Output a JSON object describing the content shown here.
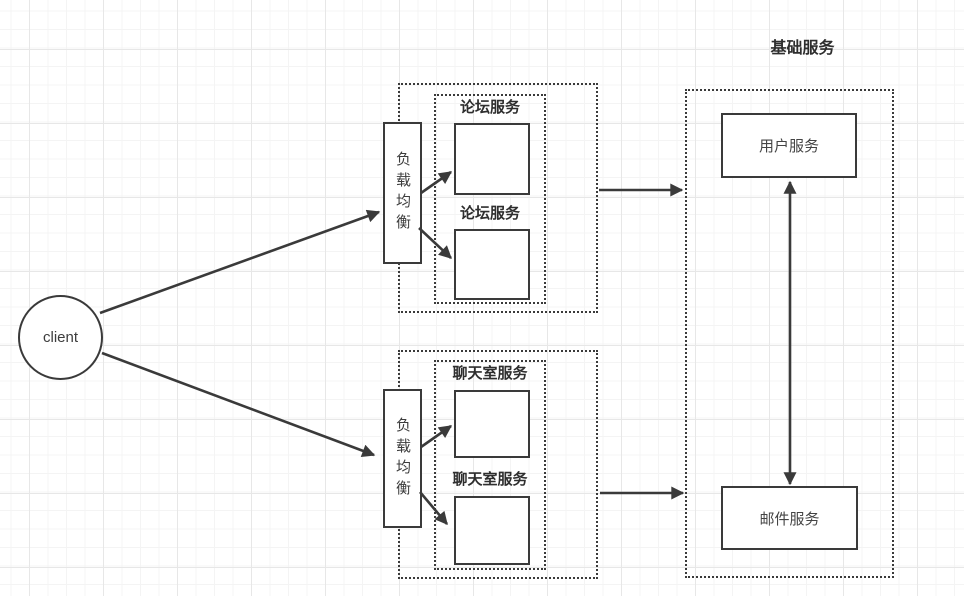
{
  "diagram": {
    "client": {
      "label": "client"
    },
    "forum_cluster": {
      "load_balancer_label": "负载均衡",
      "service_group_label_1": "论坛服务",
      "service_group_label_2": "论坛服务"
    },
    "chat_cluster": {
      "load_balancer_label": "负载均衡",
      "service_group_label_1": "聊天室服务",
      "service_group_label_2": "聊天室服务"
    },
    "base_services": {
      "title": "基础服务",
      "user_service_label": "用户服务",
      "mail_service_label": "邮件服务"
    },
    "colors": {
      "line": "#3a3a3a",
      "background": "#ffffff",
      "grid_minor": "#f4f4f4",
      "grid_major": "#e7e7e7"
    }
  }
}
